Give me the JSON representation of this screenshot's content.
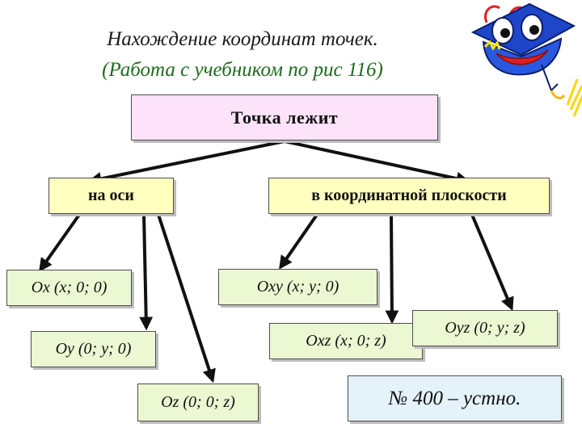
{
  "title": {
    "line1": "Нахождение координат точек.",
    "line2": "(Работа с учебником по рис 116)"
  },
  "root": {
    "label": "Точка лежит"
  },
  "branches": {
    "axis": "на оси",
    "plane": "в координатной плоскости"
  },
  "axis_points": {
    "ox": "Ox (x; 0; 0)",
    "oy": "Oy (0; y; 0)",
    "oz": "Oz (0; 0; z)"
  },
  "plane_points": {
    "oxy": "Oxy (x; y; 0)",
    "oxz": "Oxz (x; 0; z)",
    "oyz": "Oyz (0; y; z)"
  },
  "task": {
    "label": "№ 400 – устно."
  },
  "colors": {
    "root_fill": "#fde3fa",
    "branch_fill": "#ffffbf",
    "leaf_fill": "#ebf8d2",
    "task_fill": "#e4f3fa",
    "subtitle": "#1d6b1d",
    "arrow": "#111111",
    "mascot_cap": "#1f45c9"
  },
  "icons": {
    "mascot": "cartoon-graduation-cap-icon",
    "sparkle": "sparkle-icon"
  }
}
